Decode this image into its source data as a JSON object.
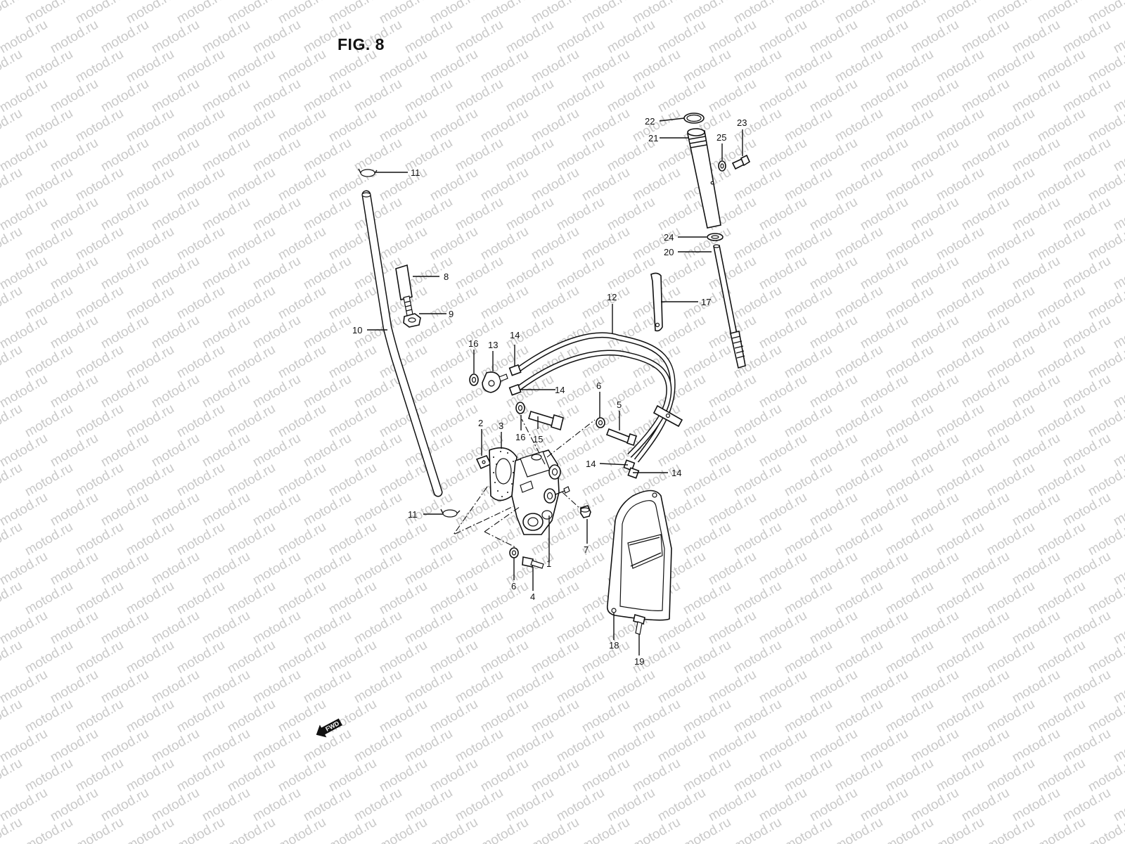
{
  "figure": {
    "title": "FIG. 8"
  },
  "watermark": {
    "text": "motod.ru"
  },
  "direction_marker": {
    "text": "FWD"
  },
  "callouts": [
    {
      "id": "22a",
      "label": "22"
    },
    {
      "id": "21a",
      "label": "21"
    },
    {
      "id": "25a",
      "label": "25"
    },
    {
      "id": "23a",
      "label": "23"
    },
    {
      "id": "11a",
      "label": "11"
    },
    {
      "id": "24a",
      "label": "24"
    },
    {
      "id": "20a",
      "label": "20"
    },
    {
      "id": "8a",
      "label": "8"
    },
    {
      "id": "12a",
      "label": "12"
    },
    {
      "id": "17a",
      "label": "17"
    },
    {
      "id": "9a",
      "label": "9"
    },
    {
      "id": "10a",
      "label": "10"
    },
    {
      "id": "16a",
      "label": "16"
    },
    {
      "id": "13a",
      "label": "13"
    },
    {
      "id": "14a",
      "label": "14"
    },
    {
      "id": "14b",
      "label": "14"
    },
    {
      "id": "6a",
      "label": "6"
    },
    {
      "id": "5a",
      "label": "5"
    },
    {
      "id": "2a",
      "label": "2"
    },
    {
      "id": "3a",
      "label": "3"
    },
    {
      "id": "16b",
      "label": "16"
    },
    {
      "id": "15a",
      "label": "15"
    },
    {
      "id": "14c",
      "label": "14"
    },
    {
      "id": "14d",
      "label": "14"
    },
    {
      "id": "11b",
      "label": "11"
    },
    {
      "id": "7a",
      "label": "7"
    },
    {
      "id": "1a",
      "label": "1"
    },
    {
      "id": "6b",
      "label": "6"
    },
    {
      "id": "4a",
      "label": "4"
    },
    {
      "id": "18a",
      "label": "18"
    },
    {
      "id": "19a",
      "label": "19"
    }
  ]
}
